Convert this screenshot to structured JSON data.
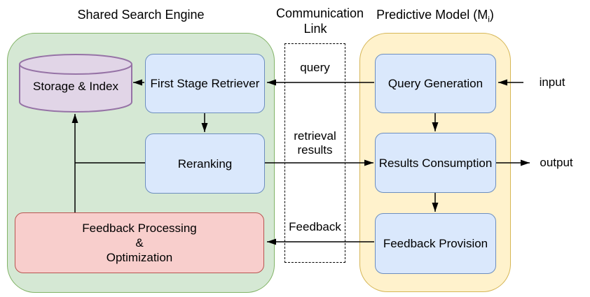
{
  "titles": {
    "search_engine": "Shared Search Engine",
    "communication_line1": "Communication",
    "communication_line2": "Link",
    "predictive_prefix": "Predictive Model (M",
    "predictive_subscript": "i",
    "predictive_suffix": ")"
  },
  "search_engine": {
    "storage_index": "Storage & Index",
    "first_stage_retriever": "First Stage Retriever",
    "reranking": "Reranking",
    "feedback_processing_line1": "Feedback Processing",
    "feedback_processing_line2": "&",
    "feedback_processing_line3": "Optimization"
  },
  "communication_link": {
    "query": "query",
    "retrieval_line1": "retrieval",
    "retrieval_line2": "results",
    "feedback": "Feedback"
  },
  "predictive_model": {
    "query_generation": "Query Generation",
    "results_consumption": "Results Consumption",
    "feedback_provision": "Feedback Provision"
  },
  "io": {
    "input": "input",
    "output": "output"
  },
  "colors": {
    "green_fill": "#d5e8d4",
    "green_stroke": "#82b366",
    "blue_fill": "#dae8fc",
    "blue_stroke": "#6c8ebf",
    "purple_fill": "#e1d5e7",
    "purple_stroke": "#9673a6",
    "red_fill": "#f8cecc",
    "red_stroke": "#b85450",
    "yellow_fill": "#fff2cc",
    "yellow_stroke": "#d6b656",
    "arrow": "#000000"
  }
}
